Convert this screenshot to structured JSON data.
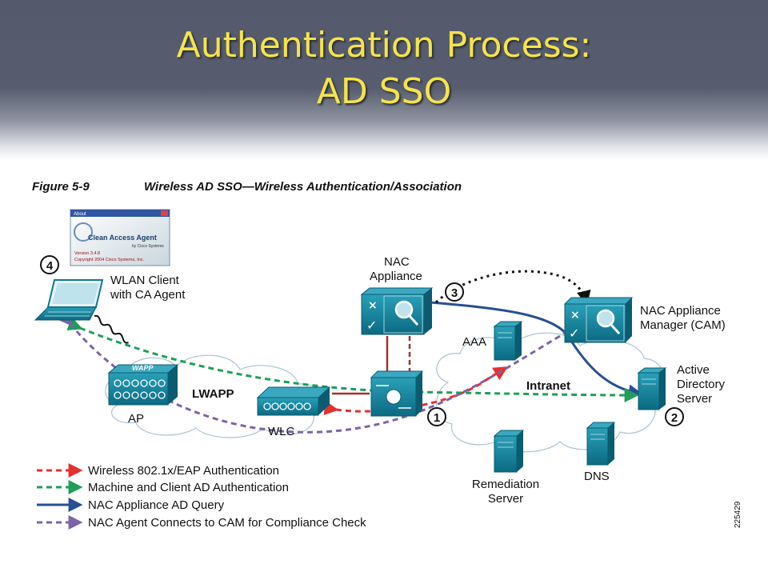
{
  "slide": {
    "title_line1": "Authentication Process:",
    "title_line2": "AD SSO"
  },
  "figure": {
    "number": "Figure 5-9",
    "caption": "Wireless AD SSO—Wireless Authentication/Association",
    "id_number": "225429"
  },
  "agent_window": {
    "titlebar": "About",
    "product": "Clean Access Agent",
    "vendor": "by Cisco Systems",
    "version": "Version 3.4.8",
    "copyright": "Copyright 2004 Cisco Systems, Inc."
  },
  "nodes": {
    "wlan_client": [
      "WLAN Client",
      "with CA Agent"
    ],
    "nac_appliance": [
      "NAC",
      "Appliance"
    ],
    "nac_manager": [
      "NAC Appliance",
      "Manager (CAM)"
    ],
    "aaa": "AAA",
    "active_directory": [
      "Active",
      "Directory",
      "Server"
    ],
    "ap": "AP",
    "ap_brand": "WAPP",
    "lwapp": "LWAPP",
    "wlc": "WLC",
    "intranet": "Intranet",
    "remediation": [
      "Remediation",
      "Server"
    ],
    "dns": "DNS"
  },
  "steps": [
    "1",
    "2",
    "3",
    "4"
  ],
  "legend": [
    {
      "label": "Wireless 802.1x/EAP Authentication",
      "color": "#e53030",
      "style": "dashed"
    },
    {
      "label": "Machine and Client AD Authentication",
      "color": "#1e9e5a",
      "style": "dashed"
    },
    {
      "label": "NAC Appliance AD Query",
      "color": "#284f93",
      "style": "solid"
    },
    {
      "label": "NAC Agent Connects to CAM for Compliance Check",
      "color": "#7b63a8",
      "style": "dashed"
    }
  ],
  "colors": {
    "device_teal": "#0f7891",
    "title_yellow": "#f5e44a",
    "header_slate": "#575d6f",
    "step3_black": "#111111",
    "link_darkred": "#a33030"
  }
}
